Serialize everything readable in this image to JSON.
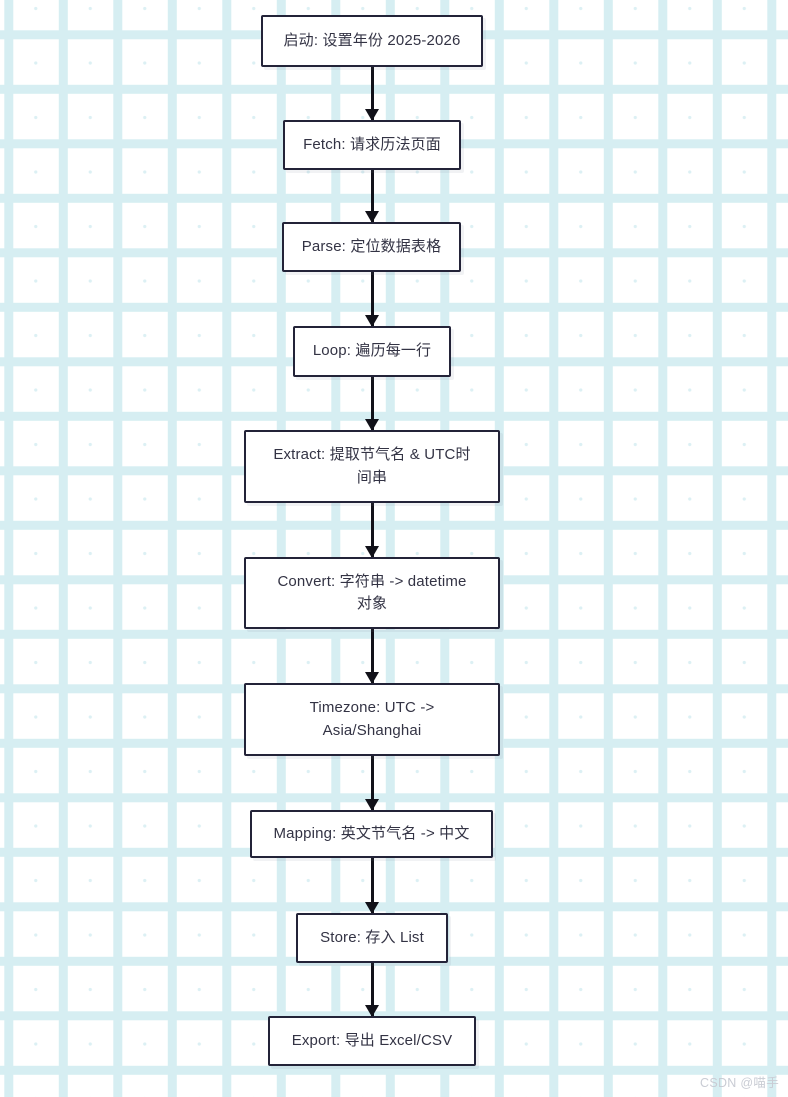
{
  "diagram": {
    "type": "flowchart",
    "direction": "top-to-bottom",
    "node_border_color": "#232338",
    "node_fill_color": "#ffffff",
    "node_text_color": "#333344",
    "edge_color": "#111119",
    "background_color": "#ffffff",
    "grid_dot_color": "#dcf0f4",
    "nodes": [
      {
        "id": "start",
        "label": "启动: 设置年份 2025-2026"
      },
      {
        "id": "fetch",
        "label": "Fetch: 请求历法页面"
      },
      {
        "id": "parse",
        "label": "Parse: 定位数据表格"
      },
      {
        "id": "loop",
        "label": "Loop: 遍历每一行"
      },
      {
        "id": "extract",
        "label": "Extract: 提取节气名 & UTC时间串",
        "line1": "Extract: 提取节气名 & UTC时",
        "line2": "间串"
      },
      {
        "id": "convert",
        "label": "Convert: 字符串 -> datetime 对象",
        "line1": "Convert: 字符串 -> datetime",
        "line2": "对象"
      },
      {
        "id": "timezone",
        "label": "Timezone: UTC -> Asia/Shanghai",
        "line1": "Timezone: UTC ->",
        "line2": "Asia/Shanghai"
      },
      {
        "id": "mapping",
        "label": "Mapping: 英文节气名 -> 中文"
      },
      {
        "id": "store",
        "label": "Store: 存入 List"
      },
      {
        "id": "export",
        "label": "Export: 导出 Excel/CSV"
      }
    ],
    "edges": [
      {
        "from": "start",
        "to": "fetch"
      },
      {
        "from": "fetch",
        "to": "parse"
      },
      {
        "from": "parse",
        "to": "loop"
      },
      {
        "from": "loop",
        "to": "extract"
      },
      {
        "from": "extract",
        "to": "convert"
      },
      {
        "from": "convert",
        "to": "timezone"
      },
      {
        "from": "timezone",
        "to": "mapping"
      },
      {
        "from": "mapping",
        "to": "store"
      },
      {
        "from": "store",
        "to": "export"
      }
    ]
  },
  "watermark": {
    "text": "CSDN @喵手"
  }
}
